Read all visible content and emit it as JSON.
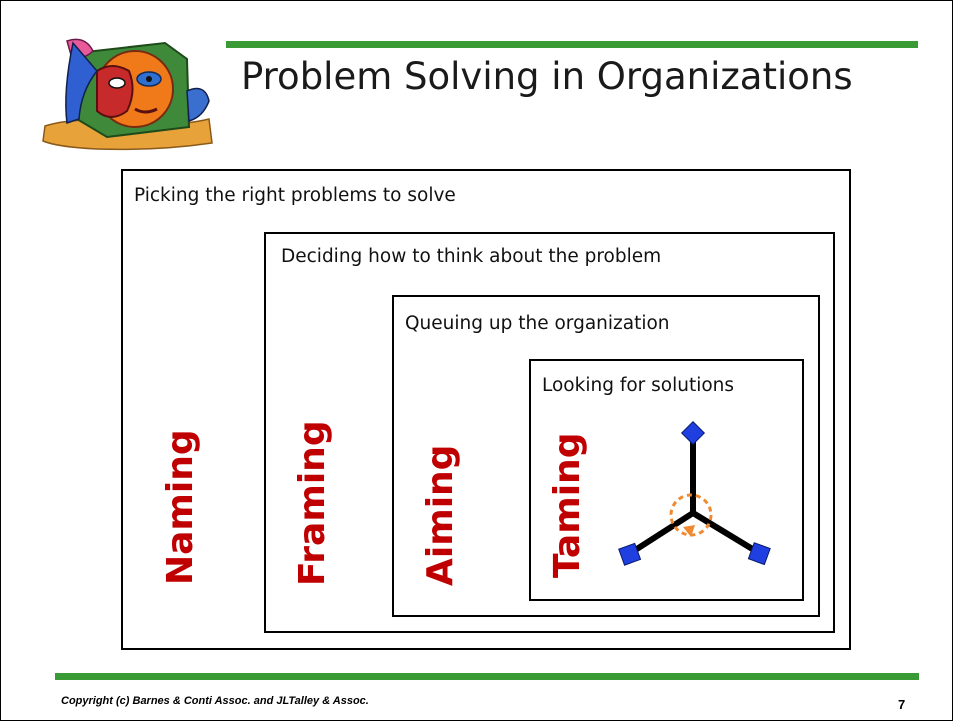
{
  "slide": {
    "title": "Problem Solving in Organizations",
    "footer": "Copyright (c) Barnes & Conti Assoc. and JLTalley & Assoc.",
    "page_number": "7",
    "accent_color": "#3a9a35",
    "word_color": "#c00000"
  },
  "boxes": [
    {
      "label": "Picking the right problems to solve",
      "word": "Naming"
    },
    {
      "label": "Deciding how to think about the problem",
      "word": "Framing"
    },
    {
      "label": "Queuing up the organization",
      "word": "Aiming"
    },
    {
      "label": "Looking for solutions",
      "word": "Taming"
    }
  ],
  "icons": {
    "logo": "cubist-face-illustration",
    "node_shape": "blue-diamond",
    "cycle": "orange-dashed-circular-arrow"
  }
}
